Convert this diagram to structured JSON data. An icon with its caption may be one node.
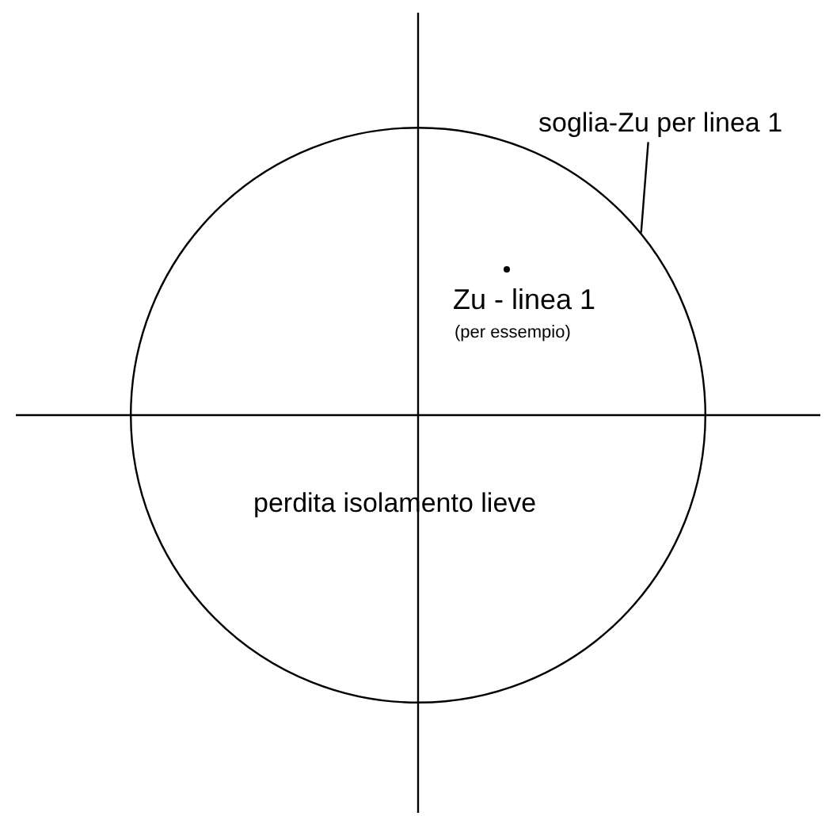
{
  "diagram": {
    "nodes": [
      {
        "text": [
          "soglia-Zu per linea 1"
        ]
      },
      {
        "text": [],
        "shape": "circle"
      }
    ],
    "edges": [
      {
        "from": 0,
        "to": 1,
        "arrow": "none"
      }
    ],
    "labels": [
      "Zu - linea 1",
      "(per essempio)",
      "perdita isolamento lieve"
    ]
  }
}
